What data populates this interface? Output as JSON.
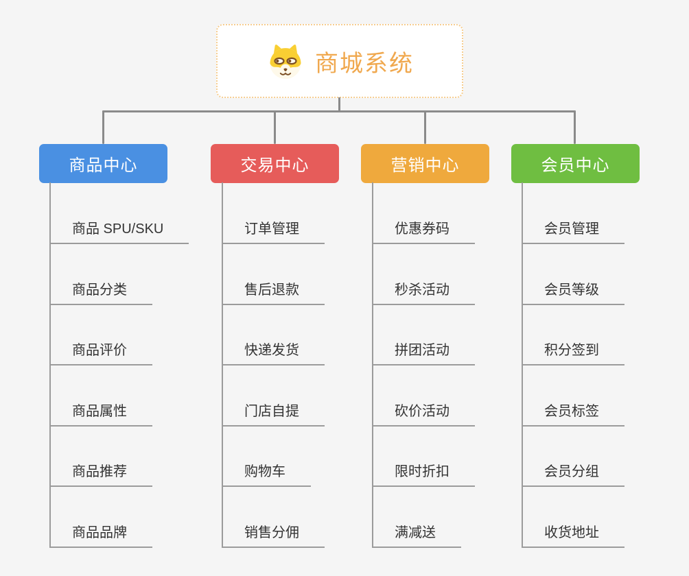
{
  "page": {
    "background": "#F5F5F5"
  },
  "root": {
    "title": "商城系统",
    "icon": "shiba-dog-icon",
    "text_color": "#F0A84E",
    "border_color": "#F6CD8F"
  },
  "connector_color": "#8A8A8A",
  "leaf_line_color": "#9B9B9B",
  "leaf_text_color": "#333333",
  "branches": [
    {
      "label": "商品中心",
      "color": "#4A90E2",
      "children": [
        "商品 SPU/SKU",
        "商品分类",
        "商品评价",
        "商品属性",
        "商品推荐",
        "商品品牌"
      ]
    },
    {
      "label": "交易中心",
      "color": "#E65C5A",
      "children": [
        "订单管理",
        "售后退款",
        "快递发货",
        "门店自提",
        "购物车",
        "销售分佣"
      ]
    },
    {
      "label": "营销中心",
      "color": "#EFA93D",
      "children": [
        "优惠券码",
        "秒杀活动",
        "拼团活动",
        "砍价活动",
        "限时折扣",
        "满减送"
      ]
    },
    {
      "label": "会员中心",
      "color": "#6FBE41",
      "children": [
        "会员管理",
        "会员等级",
        "积分签到",
        "会员标签",
        "会员分组",
        "收货地址"
      ]
    }
  ]
}
